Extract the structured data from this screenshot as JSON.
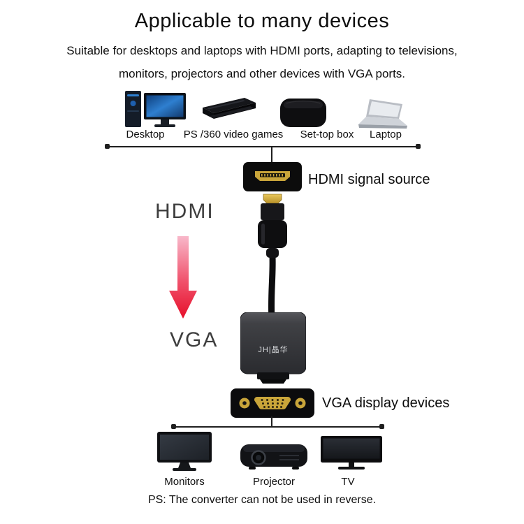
{
  "title": "Applicable to many devices",
  "subtitle": {
    "line1": "Suitable for desktops and laptops with HDMI ports, adapting to televisions,",
    "line2": "monitors, projectors and other devices with VGA ports."
  },
  "source_devices": {
    "labels": [
      "Desktop",
      "PS /360 video games",
      "Set-top box",
      "Laptop"
    ],
    "icon_names": [
      "desktop-icon",
      "game-console-icon",
      "set-top-box-icon",
      "laptop-icon"
    ]
  },
  "converter": {
    "input_side_label": "HDMI",
    "input_port_caption": "HDMI signal source",
    "output_side_label": "VGA",
    "output_port_caption": "VGA display devices",
    "adapter_brand": "JH|晶华"
  },
  "display_devices": {
    "labels": [
      "Monitors",
      "Projector",
      "TV"
    ],
    "icon_names": [
      "monitor-icon",
      "projector-icon",
      "tv-icon"
    ]
  },
  "footer_note": "PS: The converter can not be used in reverse.",
  "colors": {
    "arrow_gradient_top": "#f8b8ca",
    "arrow_gradient_bottom": "#e60f2a",
    "connector_gold": "#c9a53a",
    "line_color": "#1f1f1f",
    "adapter_gray": "#3a3b40"
  }
}
